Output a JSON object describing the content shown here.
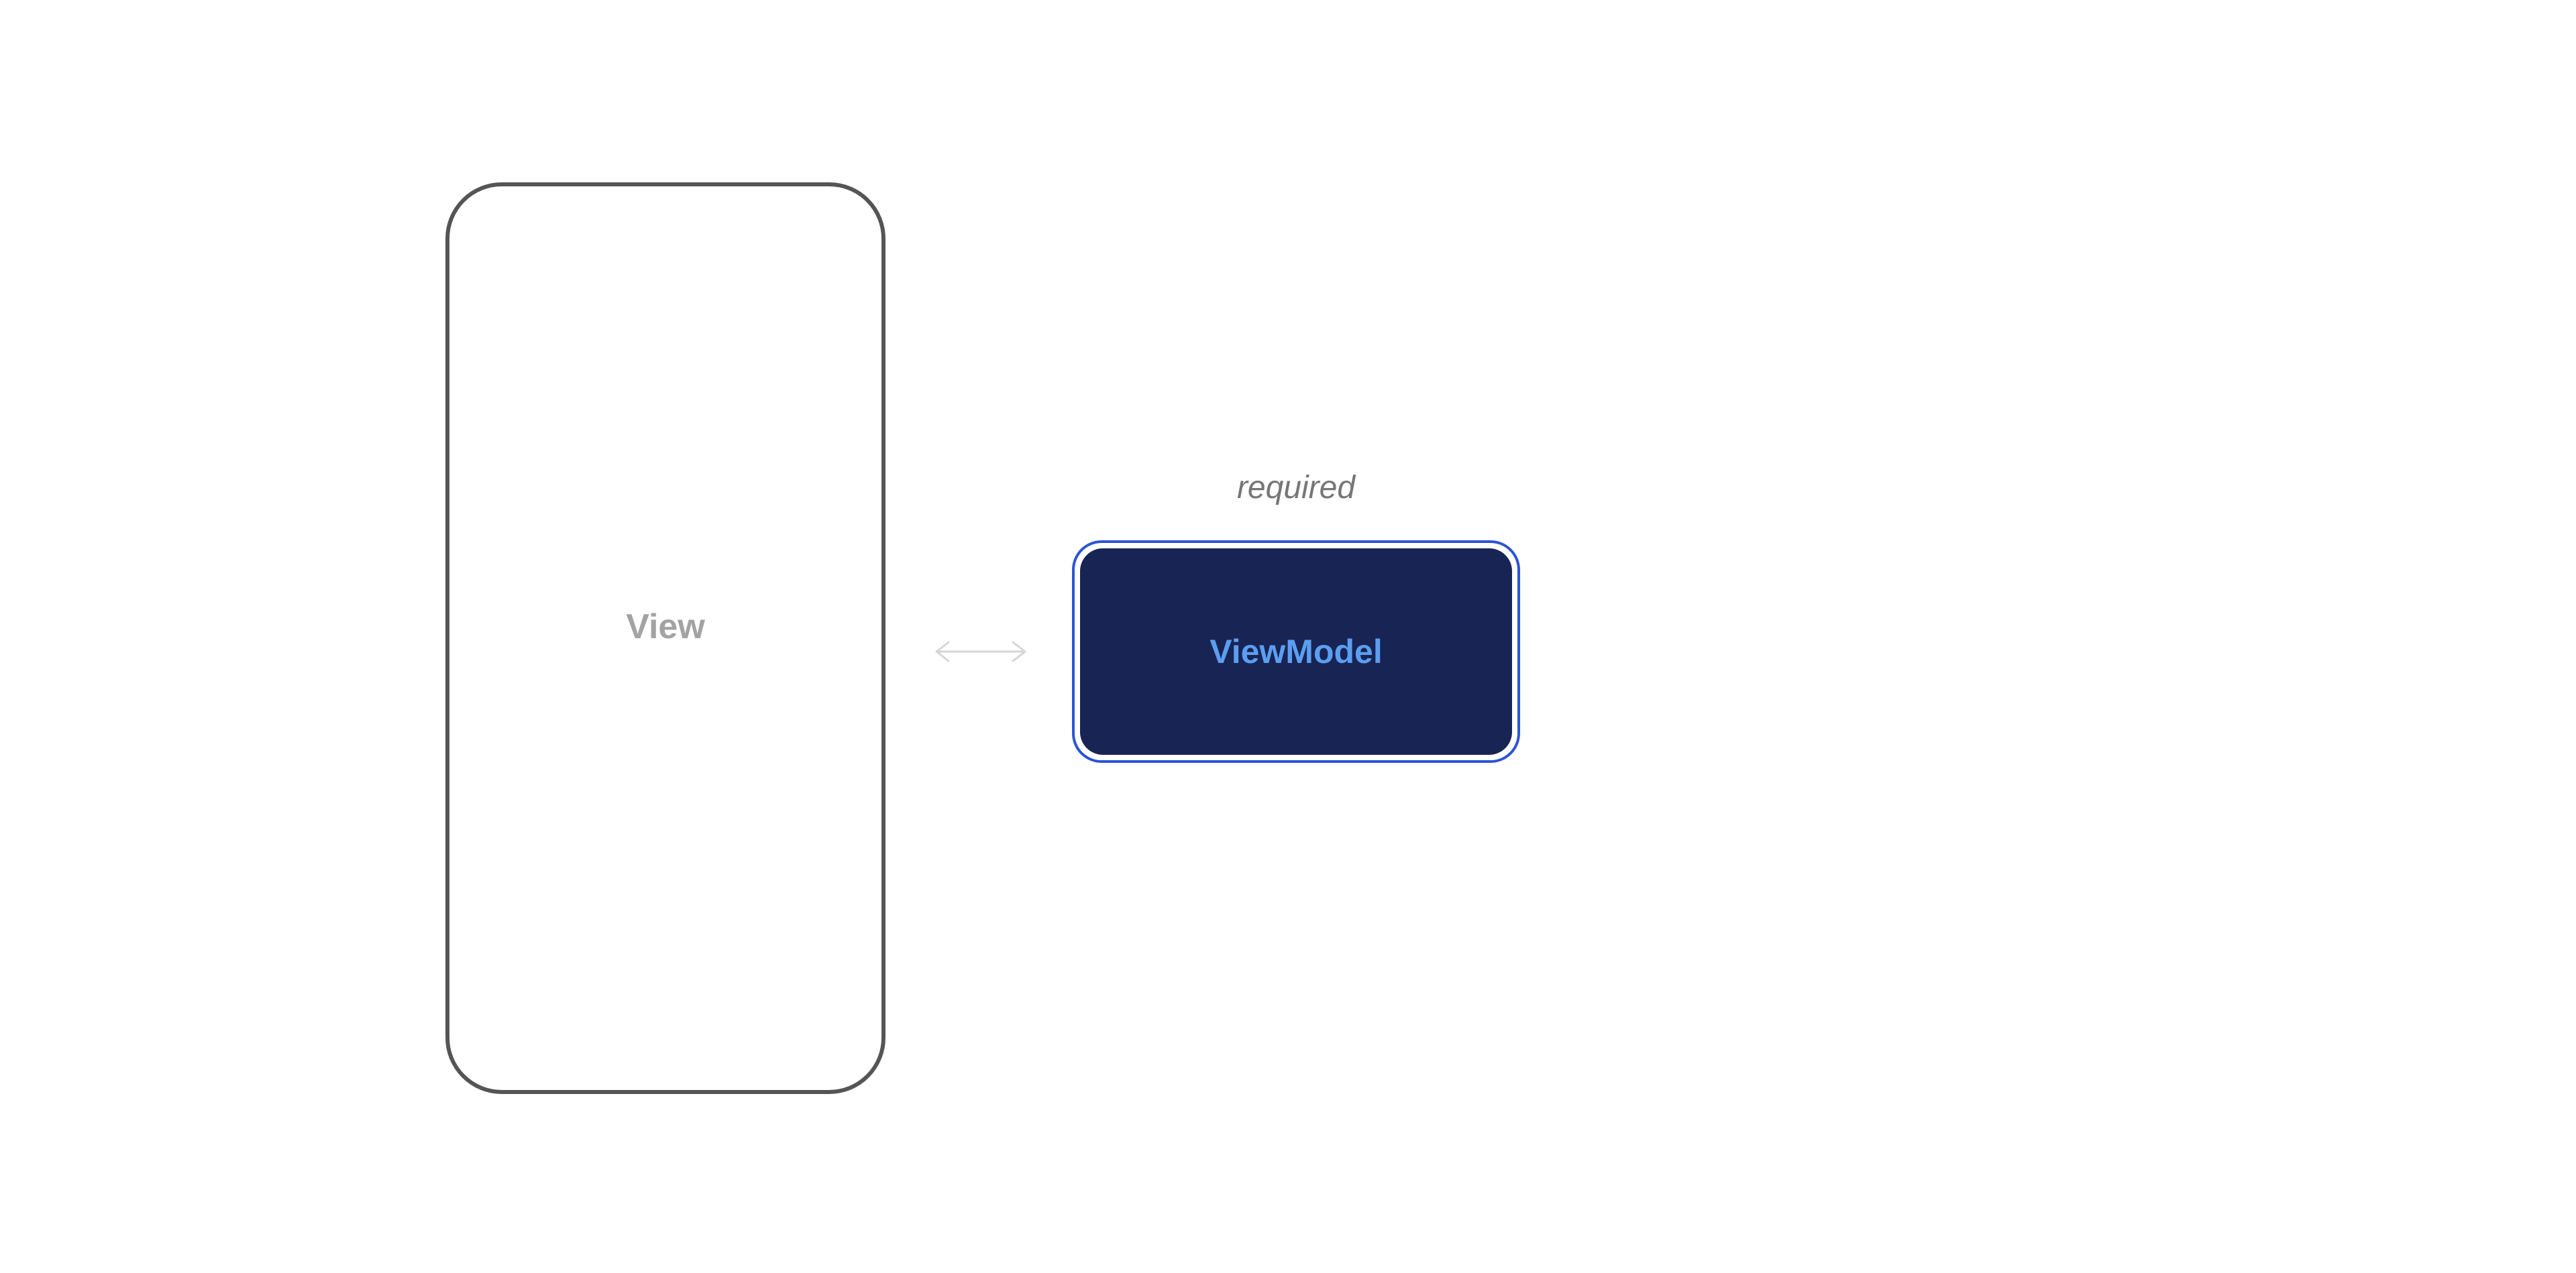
{
  "diagram": {
    "view": {
      "label": "View"
    },
    "connector": {
      "kind": "bidirectional-arrow",
      "color": "#d6d6d6"
    },
    "view_model": {
      "caption": "required",
      "label": "ViewModel",
      "fill_color": "#182454",
      "border_color": "#2b54d6",
      "text_color": "#5c9ef0"
    }
  }
}
